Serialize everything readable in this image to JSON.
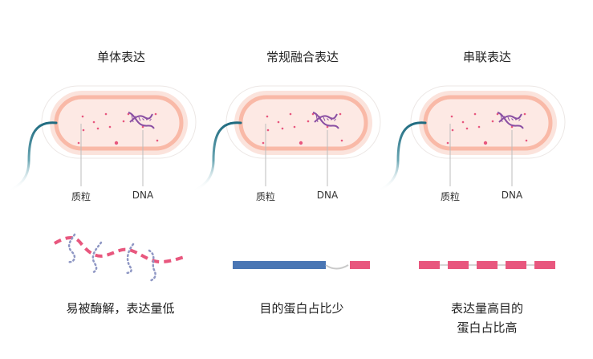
{
  "columns": [
    {
      "title": "单体表达",
      "plasmid_label": "质粒",
      "dna_label": "DNA",
      "caption_lines": [
        "易被酶解，表达量低"
      ]
    },
    {
      "title": "常规融合表达",
      "plasmid_label": "质粒",
      "dna_label": "DNA",
      "caption_lines": [
        "目的蛋白占比少"
      ]
    },
    {
      "title": "串联表达",
      "plasmid_label": "质粒",
      "dna_label": "DNA",
      "caption_lines": [
        "表达量高目的",
        "蛋白占比高"
      ]
    }
  ],
  "colors": {
    "cell_fill": "#fde9e4",
    "cell_ring": "#f9b9a7",
    "cell_outer": "#fbe3dc",
    "flagellum": "#1f6b80",
    "dot": "#e8577e",
    "dna": "#8a4fa3",
    "peptide_pink": "#e8577e",
    "peptide_dots": "#8f97c4",
    "fusion_blue": "#4a76b4",
    "linker": "#c9c9c9"
  }
}
